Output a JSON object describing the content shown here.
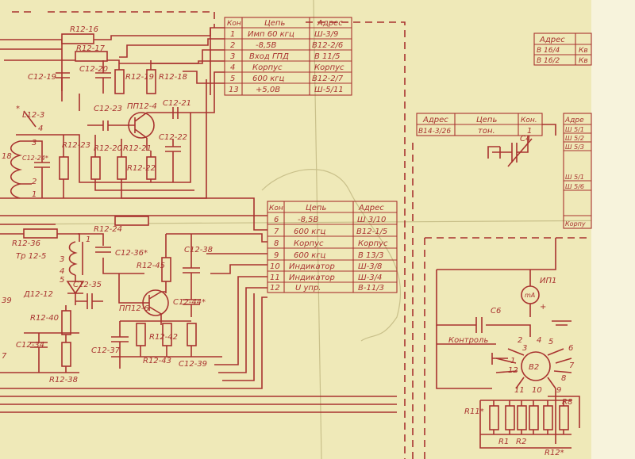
{
  "colors": {
    "paper": "#efe9b8",
    "ink": "#a8322f"
  },
  "table_top": {
    "headers": [
      "Кон",
      "Цепь",
      "Адрес"
    ],
    "rows": [
      [
        "1",
        "Имп 60 кгц",
        "Ш-3/9"
      ],
      [
        "2",
        "-8,5В",
        "В12-2/6"
      ],
      [
        "3",
        "Вход ГПД",
        "В 11/5"
      ],
      [
        "4",
        "Корпус",
        "Корпус"
      ],
      [
        "5",
        "600 кгц",
        "В12-2/7"
      ],
      [
        "13",
        "+5,0В",
        "Ш-5/11"
      ]
    ]
  },
  "table_mid": {
    "headers": [
      "Кон",
      "Цепь",
      "Адрес"
    ],
    "rows": [
      [
        "6",
        "-8,5В",
        "Ш 3/10"
      ],
      [
        "7",
        "600 кгц",
        "В12-1/5"
      ],
      [
        "8",
        "Корпус",
        "Корпус"
      ],
      [
        "9",
        "600 кгц",
        "В 13/3"
      ],
      [
        "10",
        "Индикатор",
        "Ш-3/8"
      ],
      [
        "11",
        "Индикатор",
        "Ш-3/4"
      ],
      [
        "12",
        "U упр.",
        "В-11/3"
      ]
    ]
  },
  "table_c4": {
    "headers": [
      "Адрес",
      "Цепь",
      "Кон."
    ],
    "rows": [
      [
        "В14-3/26",
        "тон.",
        "1"
      ]
    ]
  },
  "table_right": {
    "headers": [
      "Адрес"
    ],
    "rows": [
      [
        "В 16/4",
        "Кв"
      ],
      [
        "В 16/2",
        "Кв"
      ]
    ]
  },
  "table_far_right": {
    "header": "Адре",
    "rows": [
      "Ш 5/1",
      "Ш 5/2",
      "Ш 5/3",
      "Ш 5/1",
      "Ш 5/6"
    ],
    "footer": "Корпу"
  },
  "labels": {
    "r12_16": "R12-16",
    "r12_17": "R12-17",
    "c12_19": "C12-19",
    "c12_20": "C12-20",
    "r12_19": "R12-19",
    "r12_18": "R12-18",
    "c12_23": "C12-23",
    "pp12_4": "ПП12-4",
    "c12_21": "C12-21",
    "c12_22": "C12-22",
    "l12_3": "L12-3",
    "n4": "4",
    "n3": "3",
    "n2": "2",
    "n1": "1",
    "c12_24": "C12-24*",
    "r12_23": "R12-23",
    "r12_20": "R12-20",
    "r12_21": "R12-21",
    "r12_22": "R12-22",
    "n18": "18",
    "star": "*",
    "r12_24": "R12-24",
    "r12_36": "R12-36",
    "tr12_5": "Тр 12-5",
    "t1": "1",
    "t3": "3",
    "t4": "4",
    "t5": "5",
    "c12_36": "C12-36*",
    "r12_45": "R12-45",
    "c12_38": "C12-38",
    "d12_12": "Д12-12",
    "c12_35": "C12-35",
    "pp12_6": "ПП12-6",
    "c12_44": "C12-44*",
    "n39": "39",
    "r12_40": "R12-40",
    "c12_34": "C12-34",
    "c12_37": "C12-37",
    "r12_42": "R12-42",
    "r12_43": "R12-43",
    "c12_39": "C12-39",
    "r12_38": "R12-38",
    "n7": "7",
    "c4": "C4",
    "ip1": "ИП1",
    "ma": "mA",
    "plus": "+",
    "c6": "C6",
    "kontrol": "Контроль",
    "v2": "В2",
    "r11": "R11*",
    "r8": "R8",
    "r1": "R1",
    "r2": "R2",
    "r12": "R12*",
    "p2": "2",
    "p3": "3",
    "p4": "4",
    "p5": "5",
    "p6": "6",
    "p7": "7",
    "p8": "8",
    "p9": "9",
    "p10": "10",
    "p11": "11",
    "p12": "12",
    "p1": "1"
  }
}
